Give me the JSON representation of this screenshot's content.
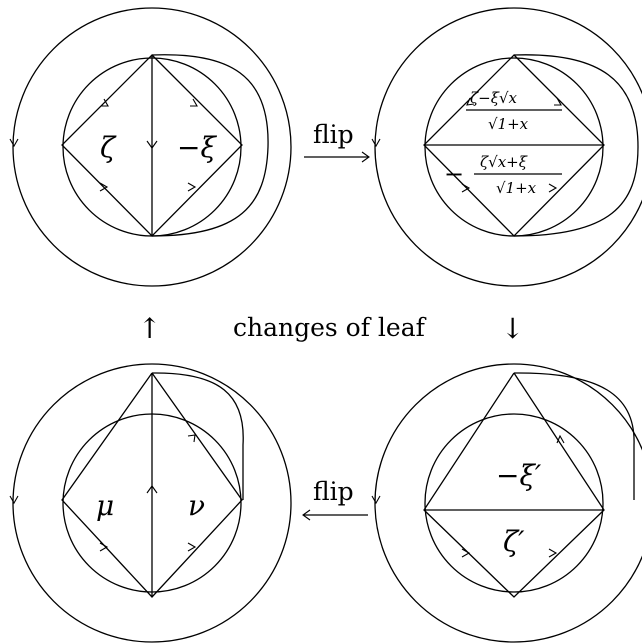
{
  "panels": {
    "top_left": {
      "left_label": "ζ",
      "right_label": "−ξ"
    },
    "top_right": {
      "upper_num": "ζ−ξ√x",
      "upper_den": "√1+x",
      "lower_sign": "−",
      "lower_num": "ζ√x+ξ",
      "lower_den": "√1+x"
    },
    "bottom_left": {
      "left_label": "μ",
      "right_label": "ν"
    },
    "bottom_right": {
      "upper_label": "−ξ′",
      "lower_label": "ζ′"
    }
  },
  "arrows": {
    "flip_top": "flip",
    "flip_bottom": "flip",
    "up_arrow": "↑",
    "down_arrow": "↓",
    "middle_caption": "changes of leaf"
  }
}
